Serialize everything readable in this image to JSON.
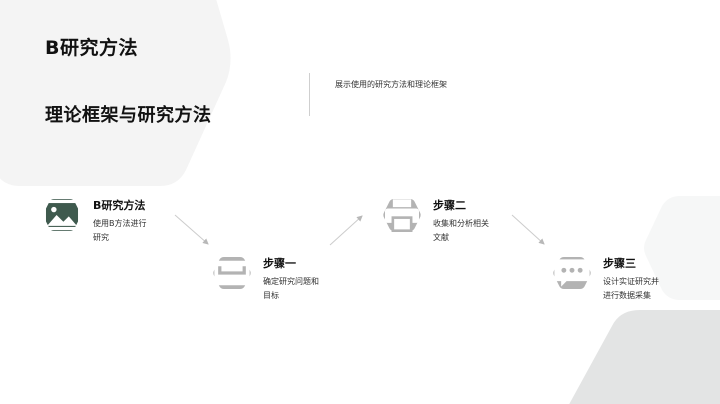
{
  "slide": {
    "section_title": "B研究方法",
    "main_title": "理论框架与研究方法",
    "subtitle": "展示使用的研究方法和理论框架"
  },
  "colors": {
    "primary_hex": "#3f5a4e",
    "secondary_hex": "#b3b3b3",
    "bg_shape_light": "#f4f4f4",
    "bg_shape_grey": "#e3e4e4",
    "arrow": "#c8c8c8"
  },
  "steps": [
    {
      "title": "B研究方法",
      "desc_line1": "使用B方法进行",
      "desc_line2": "研究",
      "icon": "image-icon"
    },
    {
      "title": "步骤一",
      "desc_line1": "确定研究问题和",
      "desc_line2": "目标",
      "icon": "inbox-icon"
    },
    {
      "title": "步骤二",
      "desc_line1": "收集和分析相关",
      "desc_line2": "文献",
      "icon": "printer-icon"
    },
    {
      "title": "步骤三",
      "desc_line1": "设计实证研究并",
      "desc_line2": "进行数据采集",
      "icon": "chat-icon"
    }
  ]
}
